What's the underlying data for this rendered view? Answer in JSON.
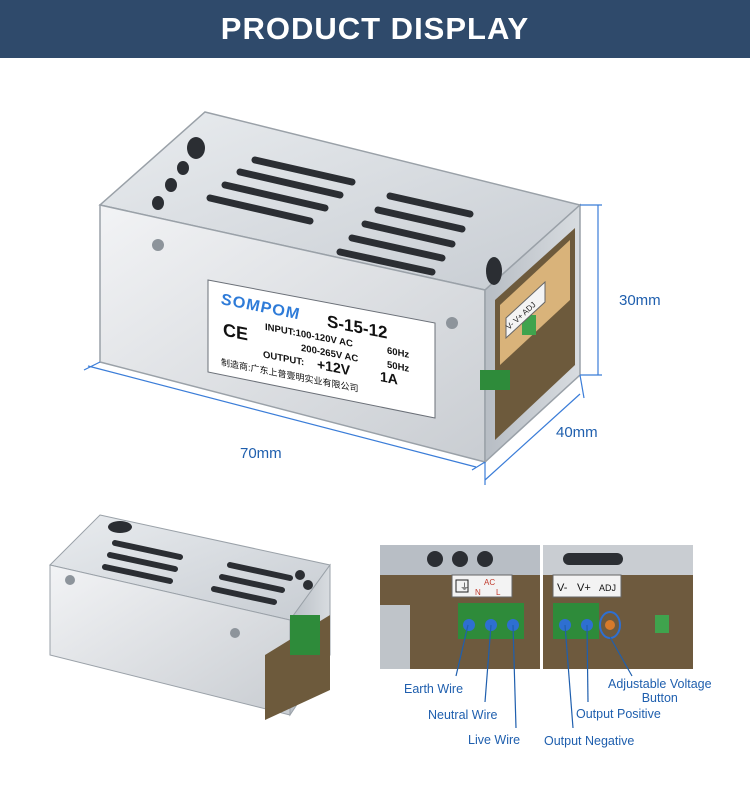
{
  "banner": {
    "title": "PRODUCT DISPLAY"
  },
  "dimensions": {
    "length": "70mm",
    "width": "40mm",
    "height": "30mm"
  },
  "label": {
    "brand": "SOMPOM",
    "model": "S-15-12",
    "ce": "CE",
    "input_line1": "INPUT:100-120V AC",
    "input_hz1": "60Hz",
    "input_line2": "200-265V AC",
    "input_hz2": "50Hz",
    "output_prefix": "OUTPUT:",
    "output_value": "+12V",
    "output_current": "1A",
    "manufacturer": "制造商:广东上普壹明实业有限公司"
  },
  "terminals": {
    "input": [
      "AC",
      "N",
      "L"
    ],
    "output": [
      "V-",
      "V+",
      "ADJ"
    ]
  },
  "callouts": {
    "earth": "Earth Wire",
    "neutral": "Neutral Wire",
    "live": "Live Wire",
    "output_negative": "Output Negative",
    "output_positive": "Output Positive",
    "adjust_line1": "Adjustable Voltage",
    "adjust_line2": "Button"
  },
  "colors": {
    "banner": "#2f4a6b",
    "accent": "#1f5fae",
    "terminal": "#2e8b3a",
    "screw": "#2e6fd1"
  }
}
